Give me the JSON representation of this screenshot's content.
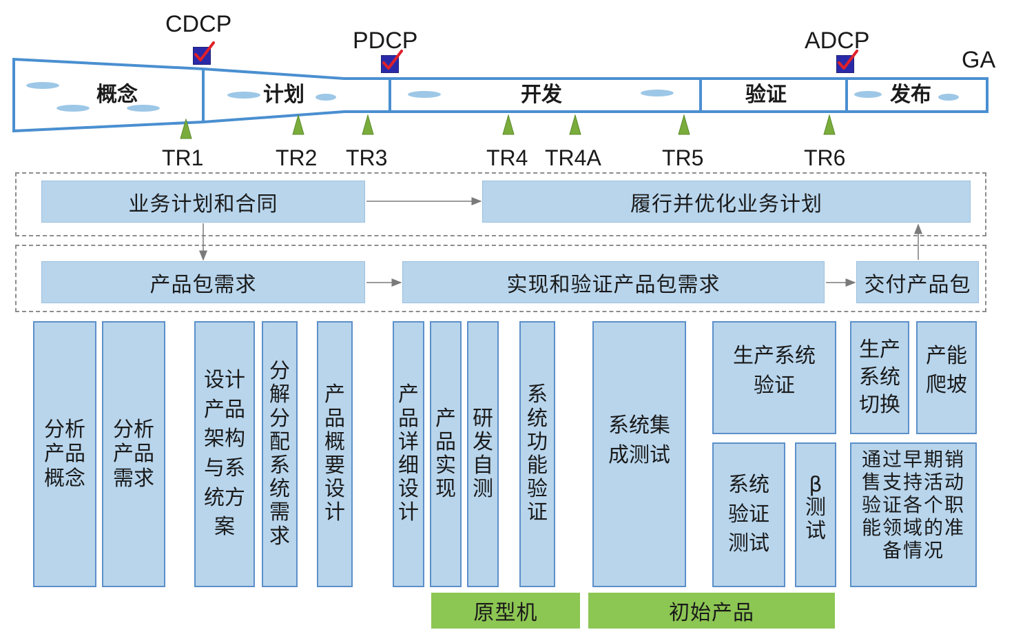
{
  "milestones": {
    "cdcp": "CDCP",
    "pdcp": "PDCP",
    "adcp": "ADCP",
    "ga": "GA"
  },
  "phases": [
    "概念",
    "计划",
    "开发",
    "验证",
    "发布"
  ],
  "tech_reviews": [
    "TR1",
    "TR2",
    "TR3",
    "TR4",
    "TR4A",
    "TR5",
    "TR6"
  ],
  "flow": {
    "business_plan": "业务计划和合同",
    "execute_plan": "履行并优化业务计划",
    "package_requirements": "产品包需求",
    "implement_verify": "实现和验证产品包需求",
    "deliver_package": "交付产品包"
  },
  "activities": {
    "analyze_concept": "分析\n产品\n概念",
    "analyze_requirements": "分析\n产品\n需求",
    "design_architecture": "设计\n产品\n架构\n与系\n统方\n案",
    "decompose_requirements": "分\n解\n分\n配\n系\n统\n需\n求",
    "outline_design": "产\n品\n概\n要\n设\n计",
    "detailed_design": "产\n品\n详\n细\n设\n计",
    "implementation": "产\n品\n实\n现",
    "dev_selftest": "研\n发\n自\n测",
    "function_verify": "系\n统\n功\n能\n验\n证",
    "integration_test": "系统集\n成测试",
    "production_verify": "生产系统\n验证",
    "system_verify_test": "系统\n验证\n测试",
    "beta_test": "β\n测\n试",
    "production_switch": "生产\n系统\n切换",
    "capacity_ramp": "产能\n爬坡",
    "early_sales": "通过早期销\n售支持活动\n验证各个职\n能领域的准\n备情况"
  },
  "deliverables": {
    "prototype": "原型机",
    "initial_product": "初始产品"
  },
  "colors": {
    "phase_outline": "#4a8fd0",
    "box_fill": "#b8d5ec",
    "green_box": "#8cc653",
    "checkbox": "#2a2aa8",
    "checkmark": "#e0202a",
    "triangle": "#7aac3c"
  }
}
